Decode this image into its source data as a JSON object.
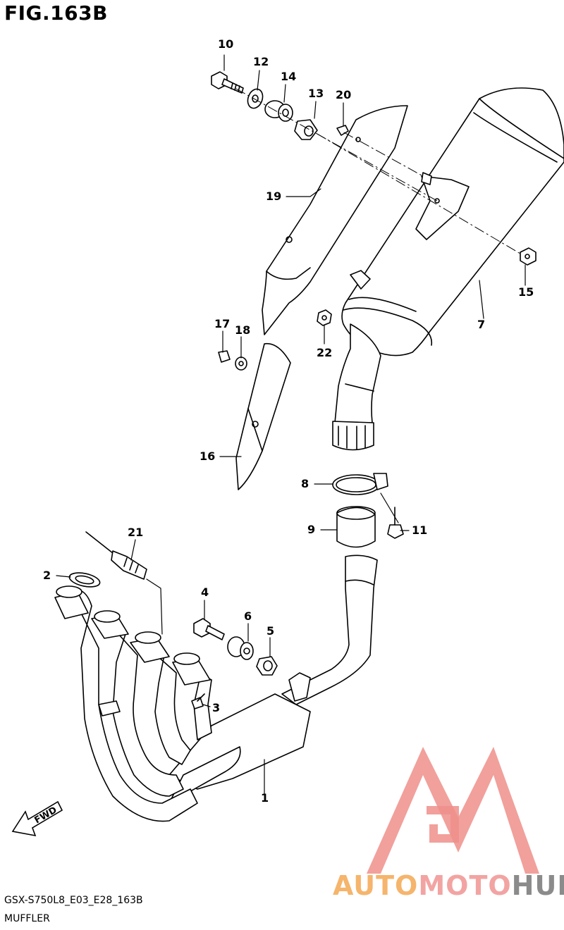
{
  "figure": {
    "title": "FIG.163B"
  },
  "callouts": [
    {
      "id": "c10",
      "label": "10"
    },
    {
      "id": "c12",
      "label": "12"
    },
    {
      "id": "c14",
      "label": "14"
    },
    {
      "id": "c13",
      "label": "13"
    },
    {
      "id": "c20",
      "label": "20"
    },
    {
      "id": "c19",
      "label": "19"
    },
    {
      "id": "c15",
      "label": "15"
    },
    {
      "id": "c7",
      "label": "7"
    },
    {
      "id": "c17",
      "label": "17"
    },
    {
      "id": "c18",
      "label": "18"
    },
    {
      "id": "c22",
      "label": "22"
    },
    {
      "id": "c16",
      "label": "16"
    },
    {
      "id": "c8",
      "label": "8"
    },
    {
      "id": "c9",
      "label": "9"
    },
    {
      "id": "c11",
      "label": "11"
    },
    {
      "id": "c21",
      "label": "21"
    },
    {
      "id": "c2",
      "label": "2"
    },
    {
      "id": "c4",
      "label": "4"
    },
    {
      "id": "c6",
      "label": "6"
    },
    {
      "id": "c5",
      "label": "5"
    },
    {
      "id": "c3",
      "label": "3"
    },
    {
      "id": "c1",
      "label": "1"
    }
  ],
  "direction_marker": {
    "label": "FWD"
  },
  "footer": {
    "model_code": "GSX-S750L8_E03_E28_163B",
    "part_name": "MUFFLER"
  },
  "watermark": {
    "part1": "AUTO",
    "part2": "MOTO",
    "part3": "HUB",
    "colors": {
      "auto": "#f5b56c",
      "moto": "#f2a4a2",
      "hub": "#8b8b8b",
      "logo": "#ee8f8b"
    }
  }
}
